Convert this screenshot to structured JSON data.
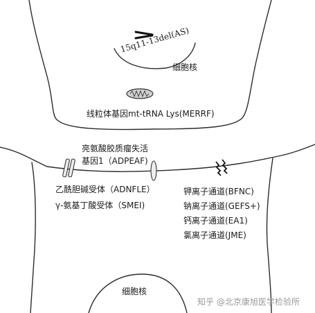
{
  "labels": {
    "chromosome_deletion": "15q11-13del(AS)",
    "nucleus_top": "细胞核",
    "mito_gene": "线粒体基因mt-tRNA Lys(MERRF)",
    "adpeaf_line1": "亮氨酸胶质瘤失活",
    "adpeaf_line2": "基因1（ADPEAF)",
    "adnfle": "乙酰胆碱受体（ADNFLE）",
    "smei": "γ-氨基丁酸受体（SMEI)",
    "channel_k": "钾离子通道(BFNC)",
    "channel_na": "钠离子通道(GEFS+)",
    "channel_ca": "钙离子通道(EA1)",
    "channel_cl": "氯离子通道(JME)",
    "nucleus_bottom": "细胞核"
  },
  "watermark": "知乎 @北京康旭医学检验所"
}
